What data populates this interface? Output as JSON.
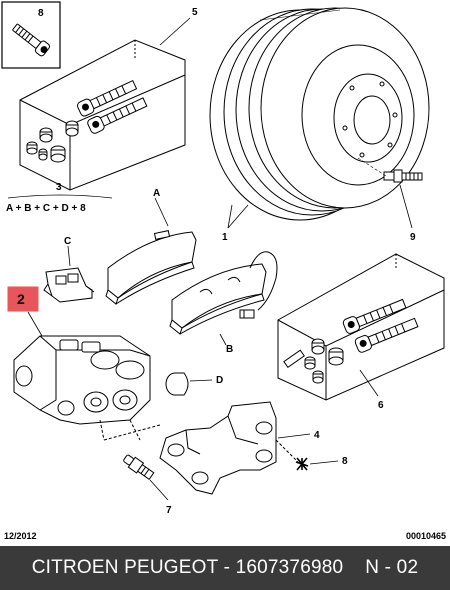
{
  "callouts": {
    "c1": "1",
    "c2": "2",
    "c3": "3",
    "c4": "4",
    "c5": "5",
    "c6": "6",
    "c7": "7",
    "c8_top": "8",
    "c8_right": "8",
    "c9": "9",
    "cA": "A",
    "cB": "B",
    "cC": "C",
    "cD": "D"
  },
  "kit_formula": "A + B + C + D + 8",
  "highlight_color": "#e8555a",
  "footer": {
    "date": "12/2012",
    "ref": "00010465"
  },
  "bottom_bar": {
    "brand": "CITROEN PEUGEOT - 1607376980",
    "code": "N - 02"
  }
}
